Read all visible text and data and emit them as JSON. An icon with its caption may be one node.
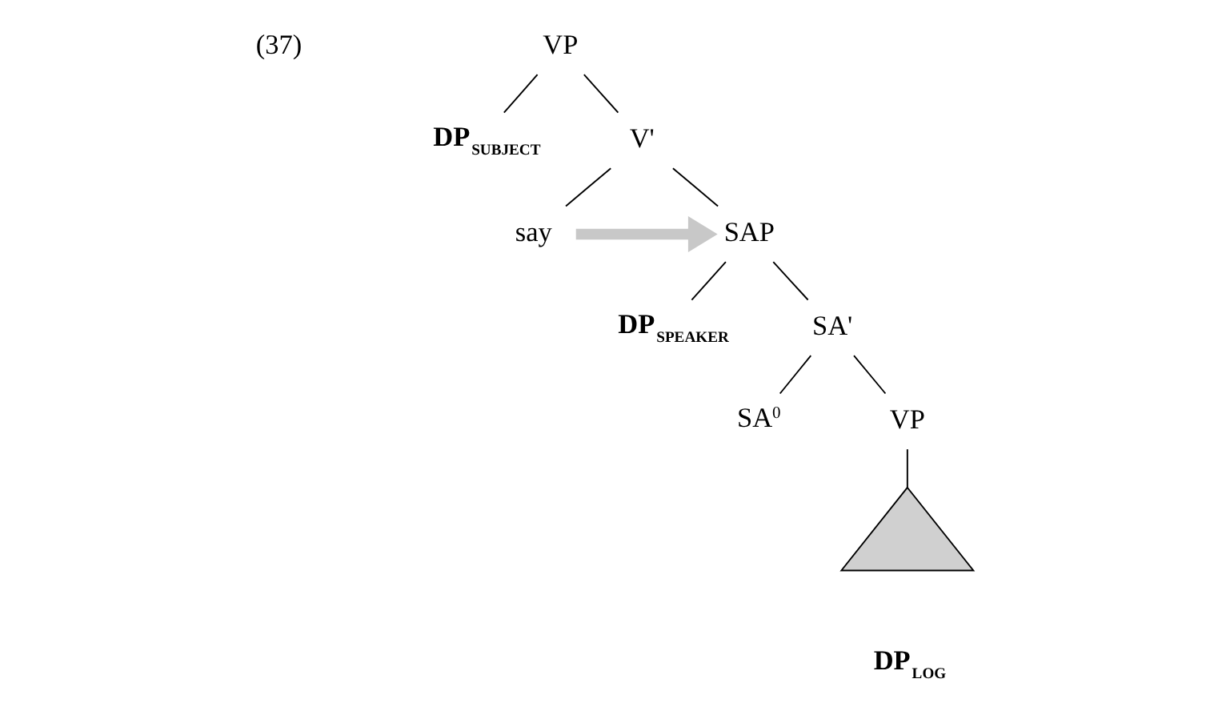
{
  "diagram": {
    "nodes": [
      {
        "text": [
          "VP"
        ]
      },
      {
        "text": [
          "DP$_{SUBJECT}$"
        ]
      },
      {
        "text": [
          "V'"
        ]
      },
      {
        "text": [
          "say"
        ]
      },
      {
        "text": [
          "SAP"
        ]
      },
      {
        "text": [
          "DP$_{SPEAKER}$"
        ]
      },
      {
        "text": [
          "SA'"
        ]
      },
      {
        "text": [
          "SA$^{0}$"
        ]
      },
      {
        "text": [
          "VP"
        ]
      },
      {
        "text": [],
        "shape": "triangle",
        "beside": [
          "DP$_{LOG}$"
        ]
      }
    ],
    "edges": [
      {
        "from": 0,
        "to": 1,
        "arrow": "none"
      },
      {
        "from": 0,
        "to": 2,
        "arrow": "none"
      },
      {
        "from": 2,
        "to": 3,
        "arrow": "none"
      },
      {
        "from": 2,
        "to": 4,
        "arrow": "none"
      },
      {
        "from": 3,
        "to": 4,
        "arrow": "to",
        "style": "thick",
        "color": "#c8c8c8"
      },
      {
        "from": 4,
        "to": 5,
        "arrow": "none"
      },
      {
        "from": 4,
        "to": 6,
        "arrow": "none"
      },
      {
        "from": 6,
        "to": 7,
        "arrow": "none"
      },
      {
        "from": 6,
        "to": 8,
        "arrow": "none"
      },
      {
        "from": 8,
        "to": 9,
        "arrow": "none"
      }
    ],
    "labels": [
      "(37)"
    ]
  }
}
